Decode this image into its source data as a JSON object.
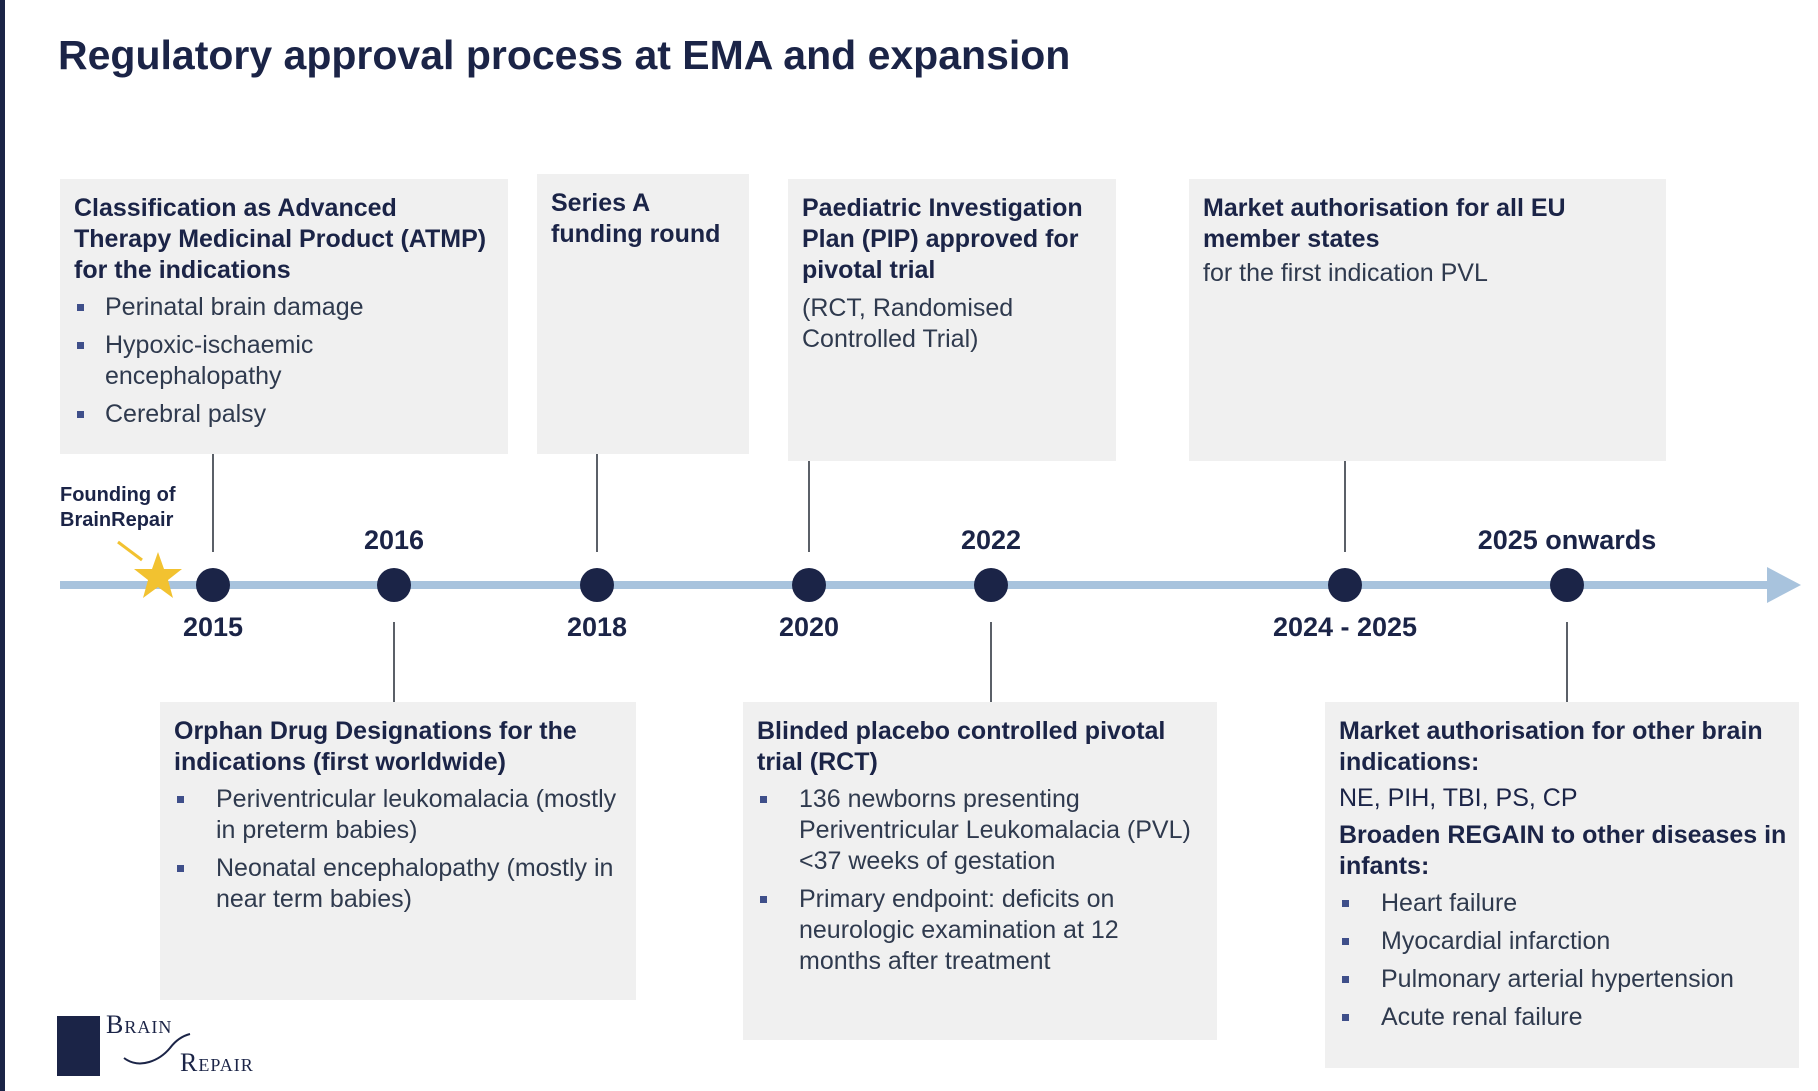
{
  "title": "Regulatory approval process at EMA and expansion",
  "founding": {
    "line1": "Founding of",
    "line2": "BrainRepair"
  },
  "years": {
    "y2015": "2015",
    "y2016": "2016",
    "y2018": "2018",
    "y2020": "2020",
    "y2022": "2022",
    "y2024": "2024 - 2025",
    "y2025": "2025 onwards"
  },
  "boxes": {
    "atmp": {
      "head": "Classification as Advanced Therapy Medicinal Product (ATMP) for the indications",
      "items": [
        "Perinatal brain damage",
        "Hypoxic-ischaemic encephalopathy",
        "Cerebral palsy"
      ]
    },
    "series_a": {
      "head": "Series A funding round"
    },
    "pip": {
      "head": "Paediatric Investigation Plan (PIP) approved for pivotal trial",
      "text": "(RCT, Randomised Controlled Trial)"
    },
    "market_eu": {
      "head": "Market authorisation for all EU member states",
      "text": "for the first indication PVL"
    },
    "orphan": {
      "head": "Orphan Drug Designations for the indications (first worldwide)",
      "items": [
        "Periventricular leukomalacia (mostly in preterm babies)",
        "Neonatal encephalopathy (mostly in near term babies)"
      ]
    },
    "rct": {
      "head": "Blinded placebo controlled pivotal trial (RCT)",
      "items": [
        "136 newborns presenting Periventricular Leukomalacia (PVL) <37 weeks of gestation",
        "Primary endpoint: deficits on neurologic examination at 12 months after treatment"
      ]
    },
    "market_other": {
      "head": "Market authorisation for other brain indications:",
      "text": "NE, PIH, TBI, PS, CP",
      "head2": "Broaden REGAIN to other diseases in infants:",
      "items": [
        "Heart failure",
        "Myocardial infarction",
        "Pulmonary arterial hypertension",
        "Acute renal failure"
      ]
    }
  },
  "logo": {
    "word1": "Brain",
    "word2": "Repair"
  },
  "colors": {
    "navy": "#1b2447",
    "axis": "#a8c3dd",
    "star": "#f2c230",
    "box": "#f0f0f0"
  }
}
